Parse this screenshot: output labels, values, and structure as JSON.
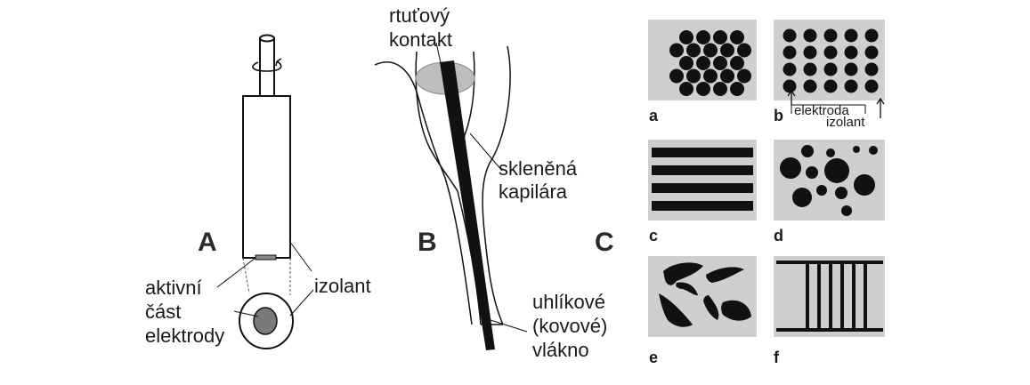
{
  "panels": {
    "A": {
      "letter": "A",
      "active_label_lines": [
        "aktivní",
        "část",
        "elektrody"
      ],
      "insulator_label": "izolant"
    },
    "B": {
      "letter": "B",
      "contact_label_lines": [
        "rtuťový",
        "kontakt"
      ],
      "capillary_label_lines": [
        "skleněná",
        "kapilára"
      ],
      "fiber_label_lines": [
        "uhlíkové",
        "(kovové)",
        "vlákno"
      ]
    },
    "C": {
      "letter": "C",
      "tiles": [
        {
          "letter": "a"
        },
        {
          "letter": "b",
          "electrode_label": "elektroda",
          "insulator_label": "izolant"
        },
        {
          "letter": "c"
        },
        {
          "letter": "d"
        },
        {
          "letter": "e"
        },
        {
          "letter": "f"
        }
      ]
    }
  },
  "colors": {
    "ink": "#111111",
    "tile_background": "#cfcfcf",
    "contact_gray": "#bdbdbd",
    "electrode_gray": "#7a7a7a"
  }
}
